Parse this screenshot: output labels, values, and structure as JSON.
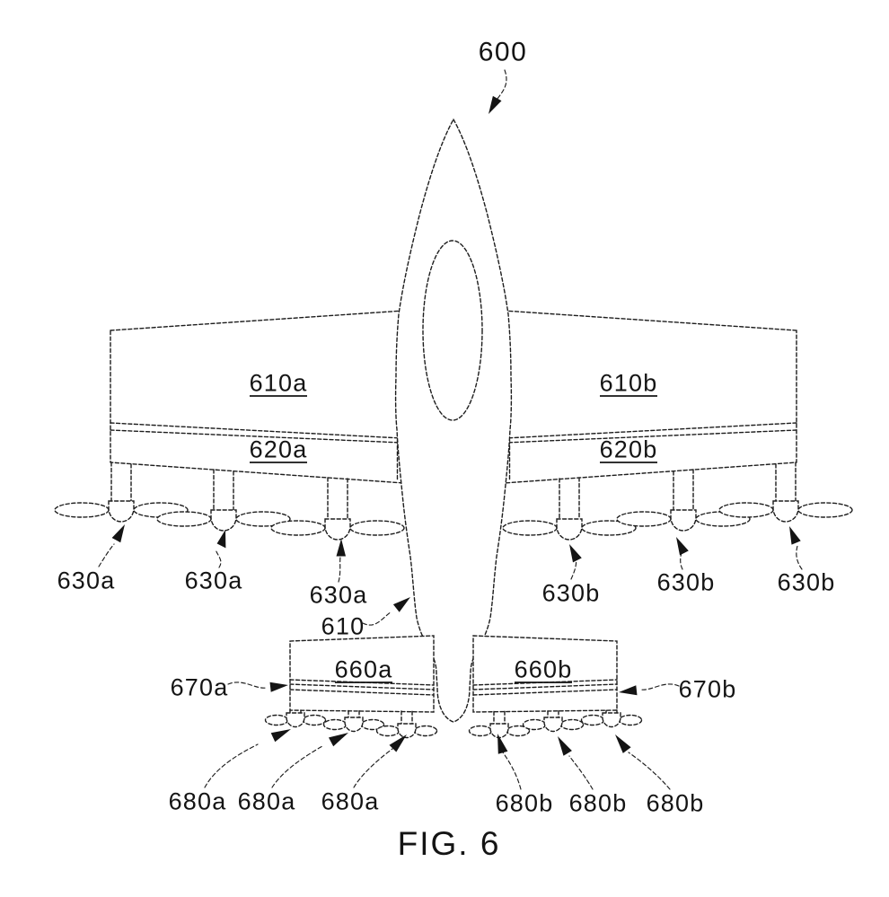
{
  "figure": {
    "caption": "FIG. 6",
    "refs": {
      "aircraft": "600",
      "fuselage": "610",
      "left_wing": "610a",
      "right_wing": "610b",
      "left_flap": "620a",
      "right_flap": "620b",
      "left_wing_rotor": "630a",
      "right_wing_rotor": "630b",
      "left_tailplane": "660a",
      "right_tailplane": "660b",
      "left_tail_flap": "670a",
      "right_tail_flap": "670b",
      "left_tail_rotor": "680a",
      "right_tail_rotor": "680b"
    }
  }
}
